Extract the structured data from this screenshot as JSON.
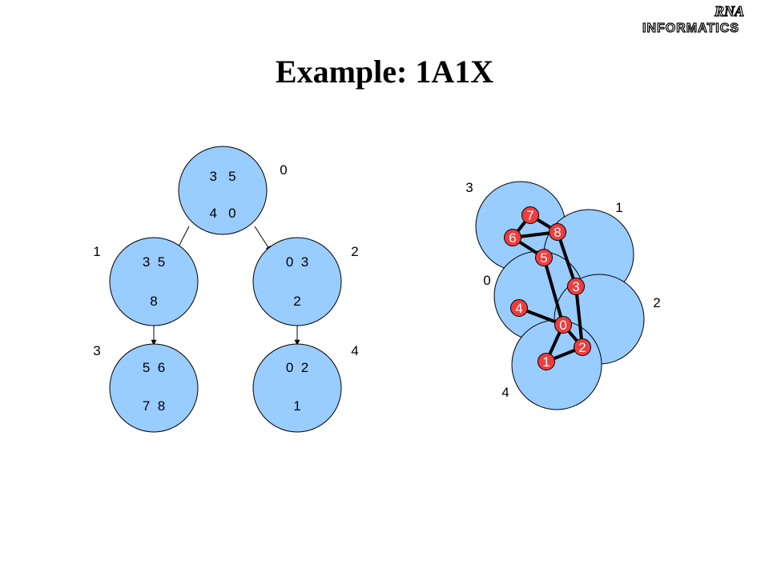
{
  "title": "Example: 1A1X",
  "logo": {
    "line1": "RNA",
    "line2": "INFORMATICS"
  },
  "colors": {
    "node_fill": "#99ccff",
    "node_stroke": "#000000",
    "red_fill": "#f03c3c",
    "edge": "#000000"
  },
  "tree": {
    "nodes": [
      {
        "id": "0",
        "label": "0",
        "line1": "3   5",
        "line2": "4   0"
      },
      {
        "id": "1",
        "label": "1",
        "line1": "3  5",
        "line2": "8"
      },
      {
        "id": "2",
        "label": "2",
        "line1": "0  3",
        "line2": "2"
      },
      {
        "id": "3",
        "label": "3",
        "line1": "5  6",
        "line2": "7  8"
      },
      {
        "id": "4",
        "label": "4",
        "line1": "0  2",
        "line2": "1"
      }
    ],
    "edges": [
      [
        "0",
        "1"
      ],
      [
        "0",
        "2"
      ],
      [
        "1",
        "3"
      ],
      [
        "2",
        "4"
      ]
    ]
  },
  "cluster": {
    "circle_labels": [
      "3",
      "1",
      "0",
      "2",
      "4"
    ],
    "vertices": [
      "0",
      "1",
      "2",
      "3",
      "4",
      "5",
      "6",
      "7",
      "8"
    ],
    "edges": [
      [
        "7",
        "6"
      ],
      [
        "7",
        "8"
      ],
      [
        "6",
        "8"
      ],
      [
        "6",
        "5"
      ],
      [
        "5",
        "0"
      ],
      [
        "8",
        "3"
      ],
      [
        "3",
        "2"
      ],
      [
        "4",
        "0"
      ],
      [
        "0",
        "2"
      ],
      [
        "2",
        "1"
      ],
      [
        "1",
        "0"
      ]
    ]
  }
}
